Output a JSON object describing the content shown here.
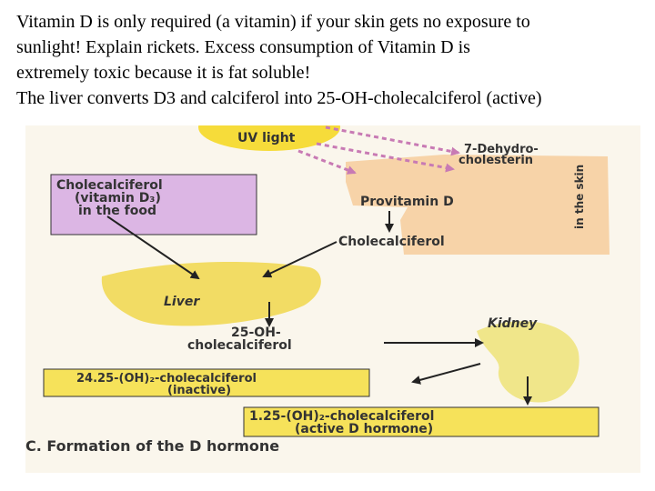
{
  "slide": {
    "lines": [
      "Vitamin D is only required (a vitamin) if your skin gets no exposure to",
      "sunlight! Explain rickets. Excess consumption of Vitamin D is",
      "extremely toxic because it is fat soluble!",
      "The liver converts D3 and calciferol into 25-OH-cholecalciferol (active)"
    ]
  },
  "diagram": {
    "uv_light": "UV light",
    "dehydro_1": "7-Dehydro-",
    "dehydro_2": "cholesterin",
    "in_skin": "in the skin",
    "provitamin": "Provitamin D",
    "chole_skin": "Cholecalciferol",
    "food_1": "Cholecalciferol",
    "food_2": "(vitamin D₃)",
    "food_3": "in the food",
    "liver": "Liver",
    "oh25_1": "25-OH-",
    "oh25_2": "cholecalciferol",
    "kidney": "Kidney",
    "inactive_1": "24.25-(OH)₂-cholecalciferol",
    "inactive_2": "(inactive)",
    "active_1": "1.25-(OH)₂-cholecalciferol",
    "active_2": "(active D hormone)",
    "caption": "C. Formation of the D  hormone"
  },
  "colors": {
    "background": "#faf6ec",
    "sun": "#f6dc3a",
    "skin": "#f7d3a8",
    "liver": "#f2dc64",
    "kidney": "#f0e68a",
    "food_box": "#dcb6e4",
    "yellow_box": "#f6e25a",
    "uv_arrows": "#c87ab4"
  }
}
